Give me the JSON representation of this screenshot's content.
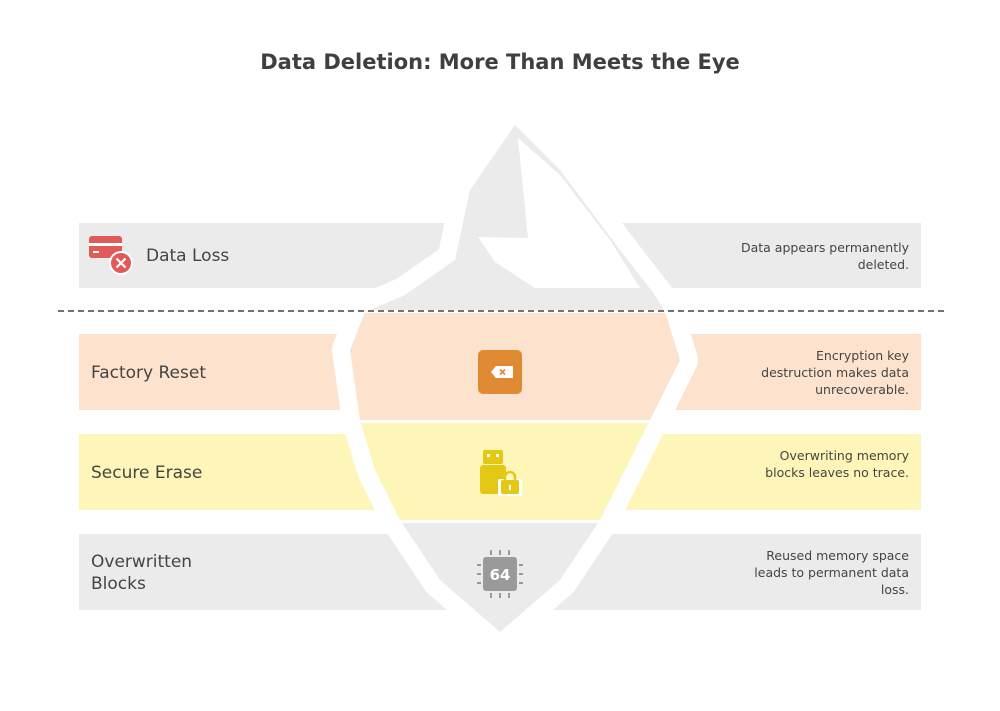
{
  "title": "Data Deletion: More Than Meets the Eye",
  "colors": {
    "grey": "#ebebeb",
    "orange": "#fde3cd",
    "yellow": "#fef6b8",
    "orange_icon": "#e08a34",
    "yellow_icon": "#e3c916",
    "grey_icon": "#9a9a9a",
    "red_icon": "#e05a5a"
  },
  "levels": [
    {
      "label": "Data Loss",
      "description": "Data appears permanently deleted.",
      "icon": "credit-card-x-icon"
    },
    {
      "label": "Factory Reset",
      "description": "Encryption key destruction makes data unrecoverable.",
      "icon": "backspace-icon"
    },
    {
      "label": "Secure Erase",
      "description": "Overwriting memory blocks leaves no trace.",
      "icon": "usb-lock-icon"
    },
    {
      "label": "Overwritten Blocks",
      "description": "Reused memory space leads to permanent data loss.",
      "icon": "chip-64-icon",
      "icon_text": "64"
    }
  ]
}
